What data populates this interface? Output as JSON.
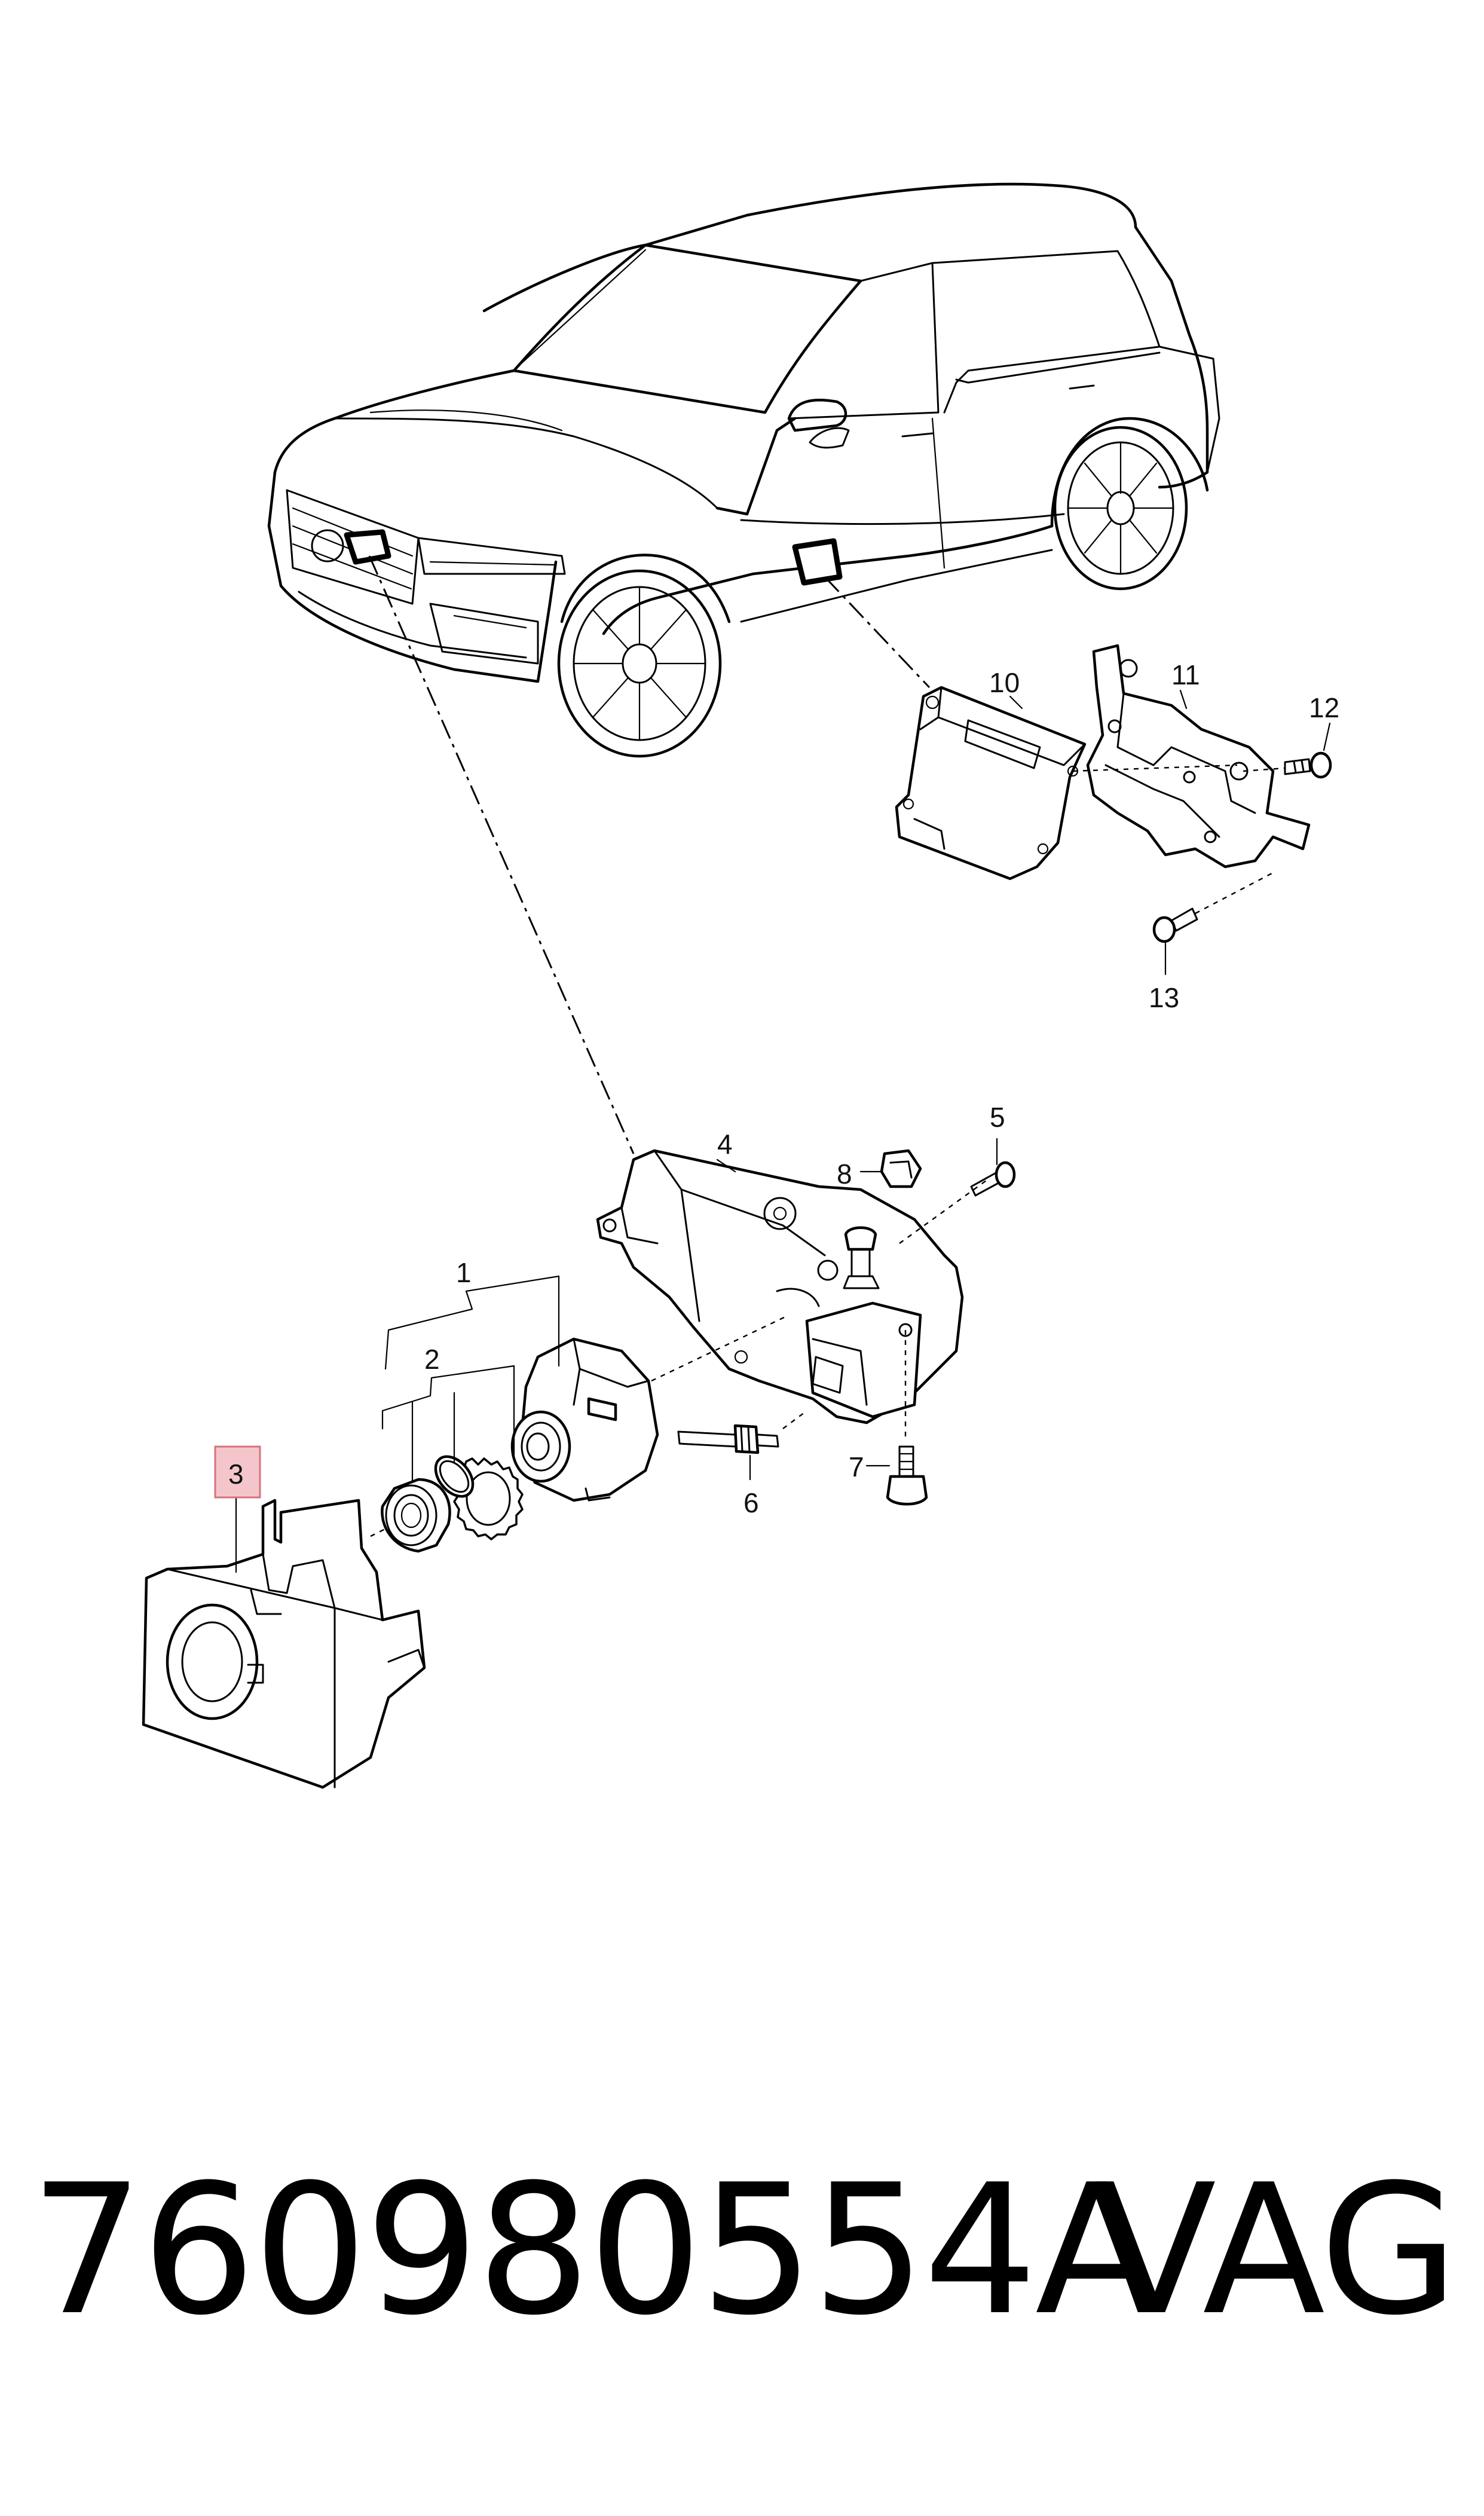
{
  "diagram": {
    "part_labels": [
      "1",
      "2",
      "3",
      "4",
      "5",
      "6",
      "7",
      "8",
      "10",
      "11",
      "12",
      "13"
    ],
    "highlighted_label": "3",
    "highlight_color": "#f4c6cc",
    "highlight_border": "#d9707c"
  },
  "caption": {
    "part_number": "760980554A",
    "brand": "VAG"
  }
}
